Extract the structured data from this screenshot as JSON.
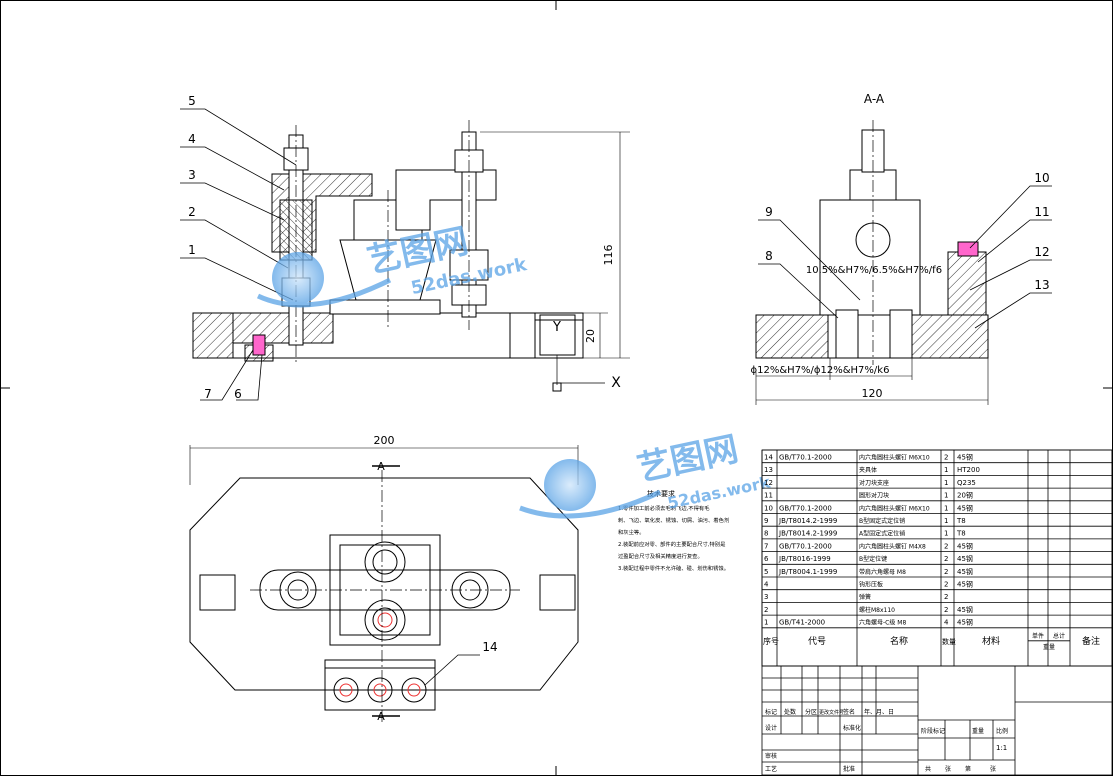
{
  "view_label": "A-A",
  "leaders_left": [
    "5",
    "4",
    "3",
    "2",
    "1",
    "7",
    "6"
  ],
  "leaders_right": [
    "10",
    "11",
    "12",
    "13",
    "9",
    "8"
  ],
  "leader_bottom": "14",
  "dims": {
    "height_total": "116",
    "height_base": "20",
    "width_right": "120",
    "width_plan": "200",
    "fit_upper": "10.5%&H7%/6.5%&H7%/f6",
    "fit_lower": "ϕ12%&H7%/ϕ12%&H7%/k6",
    "datum_y": "Y",
    "datum_x": "X",
    "section_a1": "A",
    "section_a2": "A"
  },
  "watermark": {
    "brand": "艺图网",
    "url": "52das.work"
  },
  "notes": {
    "title": "技术要求",
    "lines": [
      "1.零件加工前必须去毛刺飞边,不得有毛",
      "刺、飞边、氧化皮、锈蚀、切屑、油污、着色剂",
      "和灰尘等。",
      "2.装配前应对零、部件的主要配合尺寸,特别是",
      "过盈配合尺寸及相关精度进行复查。",
      "3.装配过程中零件不允许磕、碰、划伤和锈蚀。"
    ]
  },
  "bom": {
    "rows": [
      [
        "14",
        "GB/T70.1-2000",
        "内六角圆柱头螺钉 M6X10",
        "2",
        "45钢"
      ],
      [
        "13",
        "",
        "夹具体",
        "1",
        "HT200"
      ],
      [
        "12",
        "",
        "对刀块支座",
        "1",
        "Q235"
      ],
      [
        "11",
        "",
        "圆形对刀块",
        "1",
        "20钢"
      ],
      [
        "10",
        "GB/T70.1-2000",
        "内六角圆柱头螺钉 M6X10",
        "1",
        "45钢"
      ],
      [
        "9",
        "JB/T8014.2-1999",
        "B型固定式定位销",
        "1",
        "T8"
      ],
      [
        "8",
        "JB/T8014.2-1999",
        "A型固定式定位销",
        "1",
        "T8"
      ],
      [
        "7",
        "GB/T70.1-2000",
        "内六角圆柱头螺钉 M4X8",
        "2",
        "45钢"
      ],
      [
        "6",
        "JB/T8016-1999",
        "B型定位键",
        "2",
        "45钢"
      ],
      [
        "5",
        "JB/T8004.1-1999",
        "带肩六角螺母 M8",
        "2",
        "45钢"
      ],
      [
        "4",
        "",
        "钩形压板",
        "2",
        "45钢"
      ],
      [
        "3",
        "",
        "弹簧",
        "2",
        ""
      ],
      [
        "2",
        "",
        "螺柱M8x110",
        "2",
        "45钢"
      ],
      [
        "1",
        "GB/T41-2000",
        "六角螺母-C级 M8",
        "4",
        "45钢"
      ]
    ],
    "header": {
      "no": "序号",
      "code": "代号",
      "name": "名称",
      "qty": "数量",
      "material": "材料",
      "unit_wt": "单件",
      "total_wt": "总计",
      "weight": "重量",
      "remark": "备注"
    }
  },
  "title_block": {
    "mark": "标记",
    "count": "处数",
    "zone": "分区",
    "doc": "更改文件号",
    "sign": "签名",
    "date": "年、月、日",
    "design": "设计",
    "std": "标准化",
    "stage": "阶段标记",
    "weight": "重量",
    "scale_label": "比例",
    "scale": "1:1",
    "review": "审核",
    "process": "工艺",
    "approve": "批准",
    "sheets": "共",
    "sheet_of": "张",
    "sheet_no": "第",
    "sheet_end": "张"
  }
}
